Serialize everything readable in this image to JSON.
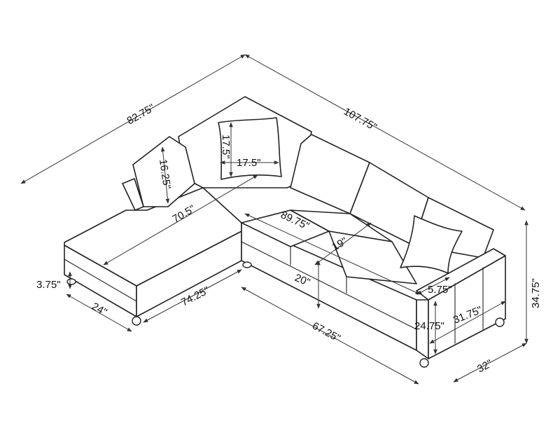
{
  "dimensions": {
    "back_width_left": "82.75\"",
    "back_width_right": "107.75\"",
    "overall_height": "34.75\"",
    "arm_depth": "32\"",
    "seat_width": "67.25\"",
    "chaise_length": "74.25\"",
    "chaise_width": "24\"",
    "leg_height": "3.75\"",
    "back_cushion_height": "16.25\"",
    "pillow_height": "17.5\"",
    "pillow_width": "17.5\"",
    "chaise_back_length": "70.5\"",
    "seat_length": "89.75\"",
    "seat_depth": "19\"",
    "seat_height": "20\"",
    "arm_width": "5.75\"",
    "arm_height": "24.75\"",
    "arm_length": "31.75\""
  }
}
